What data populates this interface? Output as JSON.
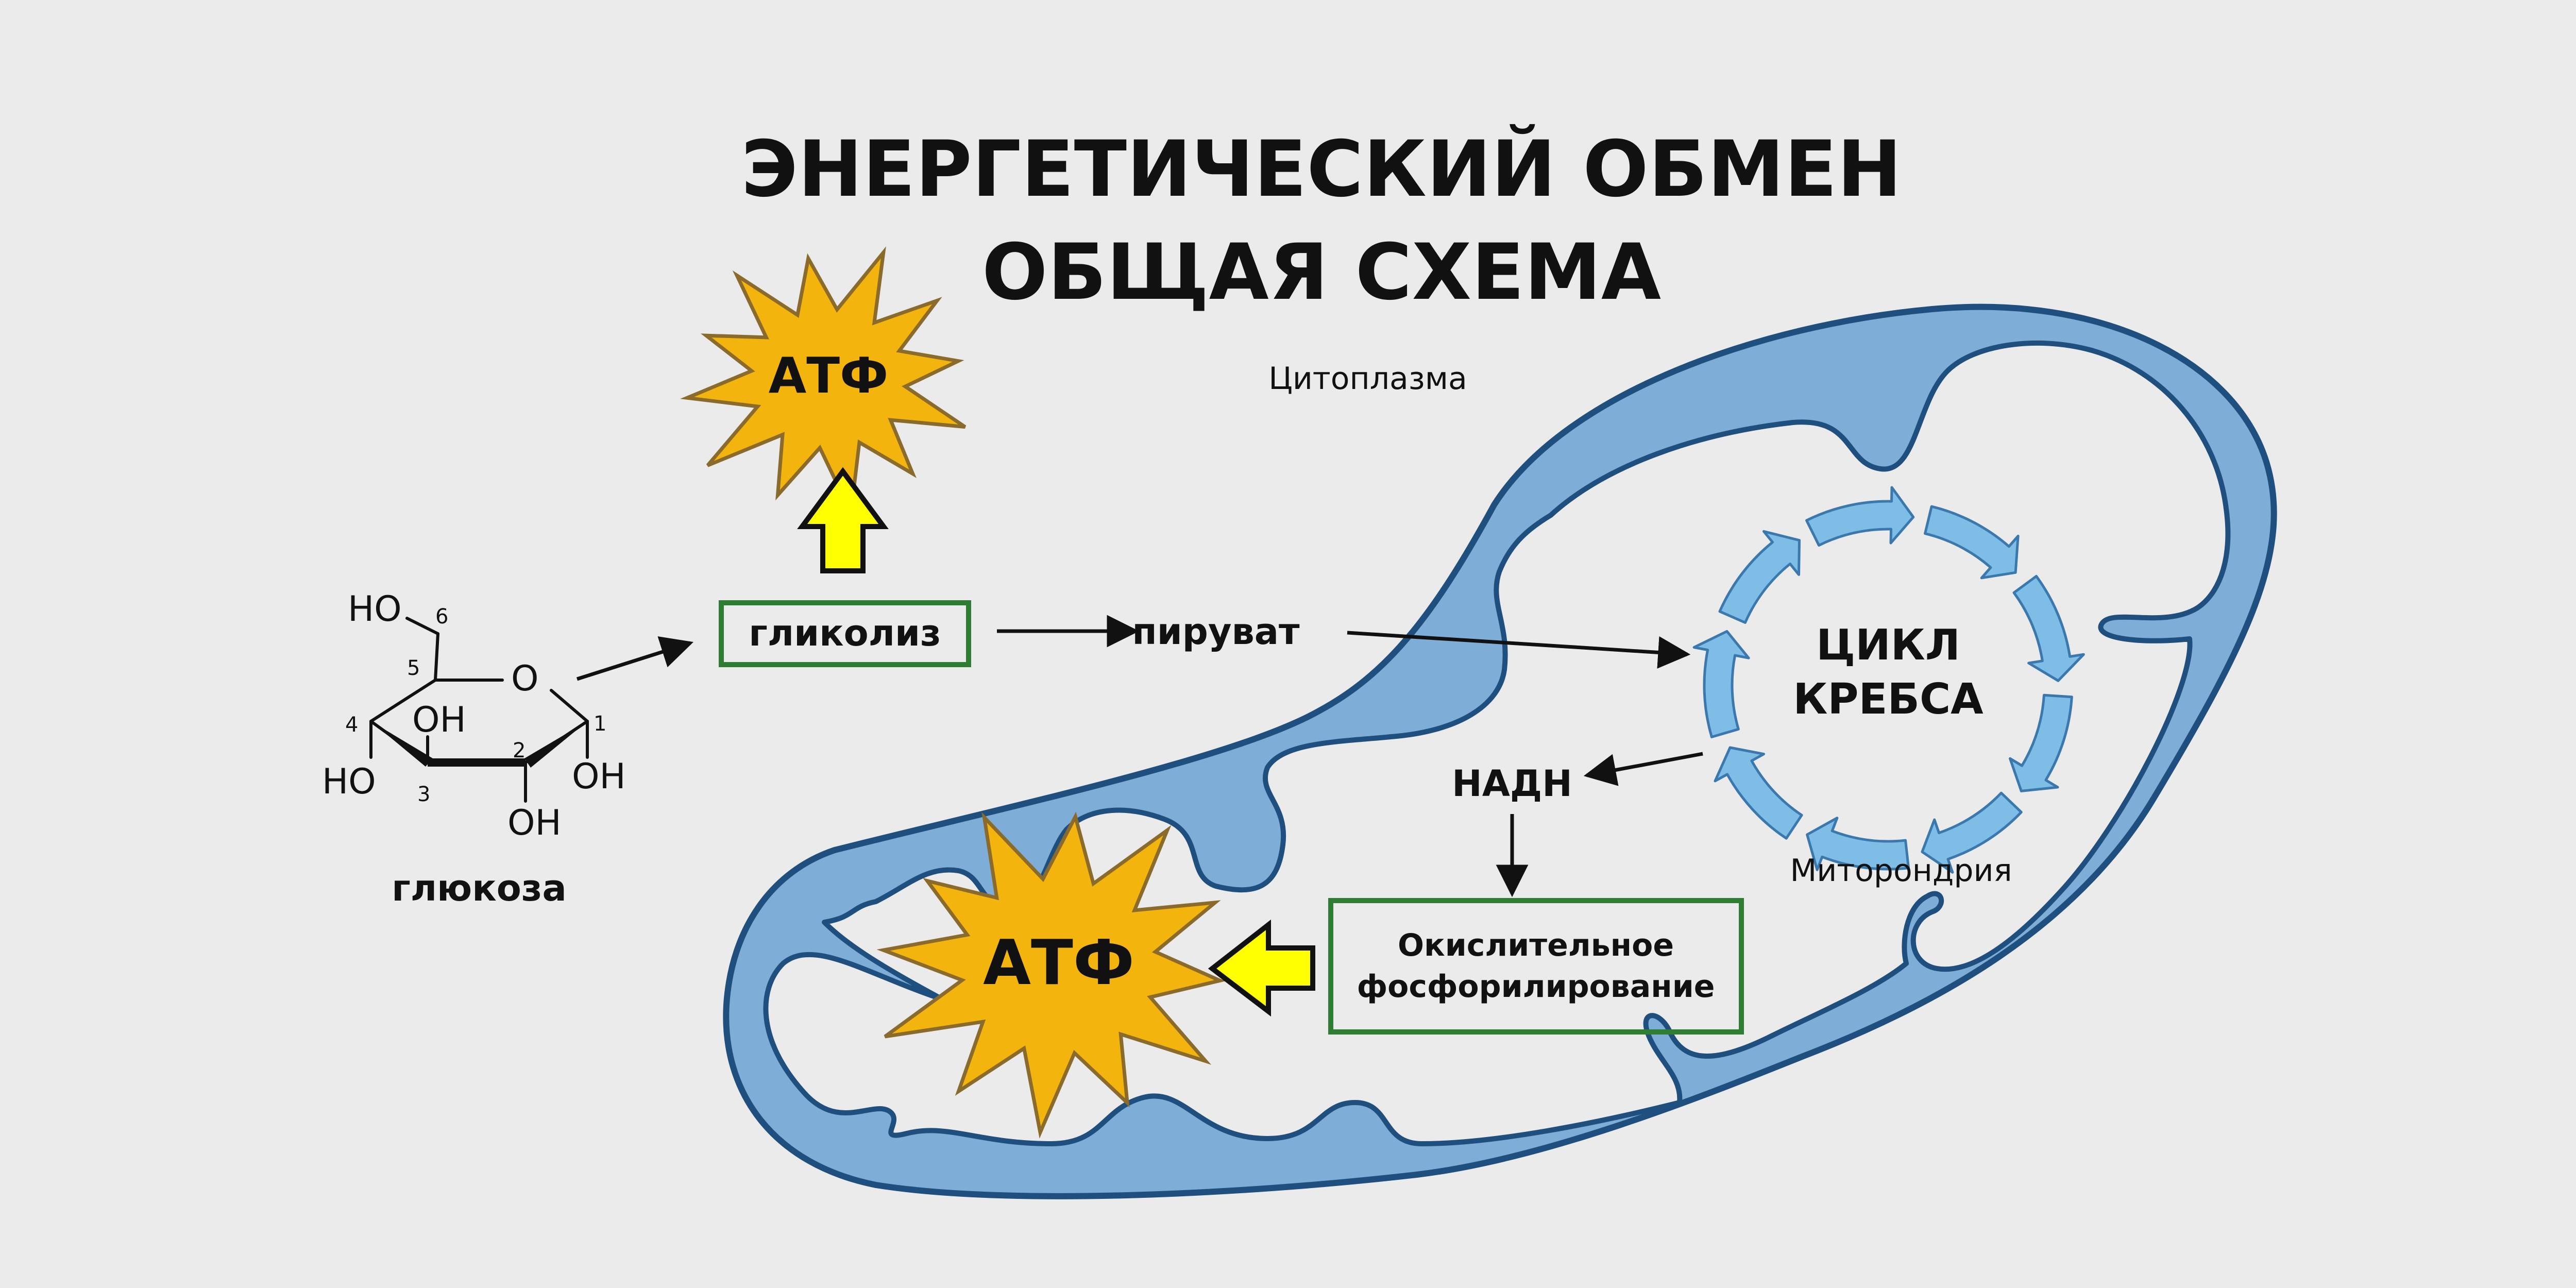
{
  "title": {
    "line1": "ЭНЕРГЕТИЧЕСКИЙ ОБМЕН",
    "line2": "ОБЩАЯ СХЕМА"
  },
  "labels": {
    "cytoplasm": "Цитоплазма",
    "mitochondrion": "Миторондрия",
    "glucose": "глюкоза",
    "glycolysis": "гликолиз",
    "pyruvate": "пируват",
    "krebs_line1": "ЦИКЛ",
    "krebs_line2": "КРЕБСА",
    "nadh": "НАДН",
    "oxphos_line1": "Окислительное",
    "oxphos_line2": "фосфорилирование",
    "atp_top": "АТФ",
    "atp_bottom": "АТФ"
  },
  "glucose_structure": {
    "ring_oxygen": "O",
    "groups": [
      "HO",
      "OH",
      "HO",
      "OH",
      "OH"
    ],
    "carbon_numbers": [
      "6",
      "5",
      "4",
      "3",
      "2",
      "1"
    ]
  },
  "colors": {
    "background": "#ebebeb",
    "mito_fill": "#7eadd8",
    "mito_stroke": "#1f4f7e",
    "atp_burst": "#f2b40d",
    "atp_burst_stroke": "#8a6b2c",
    "yellow_arrow": "#ffff00",
    "box_border": "#2e7d32",
    "krebs_arrow": "#7ebde6"
  }
}
